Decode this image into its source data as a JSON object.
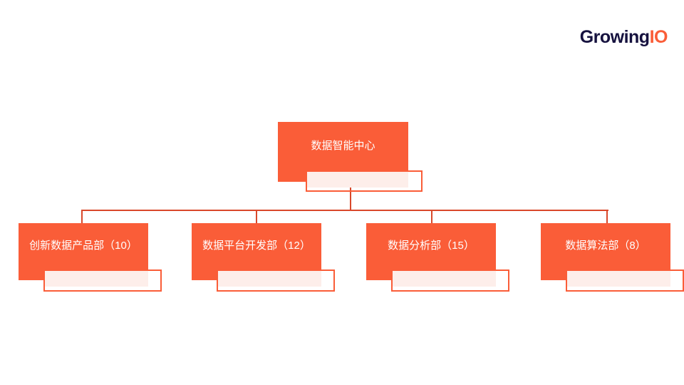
{
  "brand": {
    "logo_growing": "Growing",
    "logo_io": "IO",
    "accent_color": "#fa5d38",
    "line_color": "#d9482b",
    "logo_dark_color": "#16123f",
    "wash_color": "#fdeeea"
  },
  "chart": {
    "type": "org-chart",
    "root": {
      "label": "数据智能中心"
    },
    "children": [
      {
        "label": "创新数据产品部（10）",
        "department": "创新数据产品部",
        "headcount": 10
      },
      {
        "label": "数据平台开发部（12）",
        "department": "数据平台开发部",
        "headcount": 12
      },
      {
        "label": "数据分析部（15）",
        "department": "数据分析部",
        "headcount": 15
      },
      {
        "label": "数据算法部（8）",
        "department": "数据算法部",
        "headcount": 8
      }
    ]
  }
}
